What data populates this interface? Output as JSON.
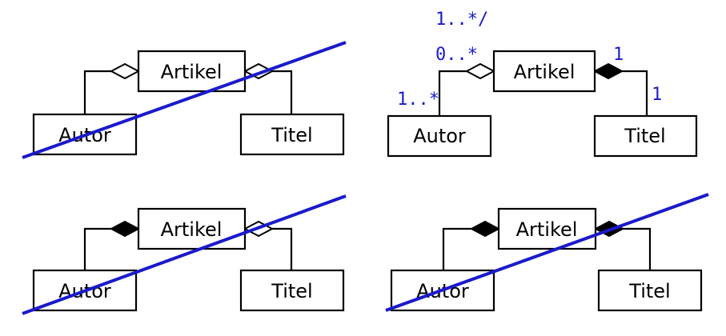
{
  "colors": {
    "annotation": "#1a1acc",
    "line": "#000000"
  },
  "diagrams": [
    {
      "author_label": "Autor",
      "article_label": "Artikel",
      "title_label": "Titel",
      "author_end": "aggregation",
      "title_end": "aggregation",
      "crossed_out": true
    },
    {
      "author_label": "Autor",
      "article_label": "Artikel",
      "title_label": "Titel",
      "author_end": "aggregation",
      "title_end": "composition",
      "crossed_out": false,
      "multiplicities": {
        "author_side": "1..*",
        "article_side_top": "1..*/",
        "article_side_bottom": "0..*",
        "composition_side": "1",
        "title_side": "1"
      }
    },
    {
      "author_label": "Autor",
      "article_label": "Artikel",
      "title_label": "Titel",
      "author_end": "composition",
      "title_end": "aggregation",
      "crossed_out": true
    },
    {
      "author_label": "Autor",
      "article_label": "Artikel",
      "title_label": "Titel",
      "author_end": "composition",
      "title_end": "composition",
      "crossed_out": true
    }
  ]
}
